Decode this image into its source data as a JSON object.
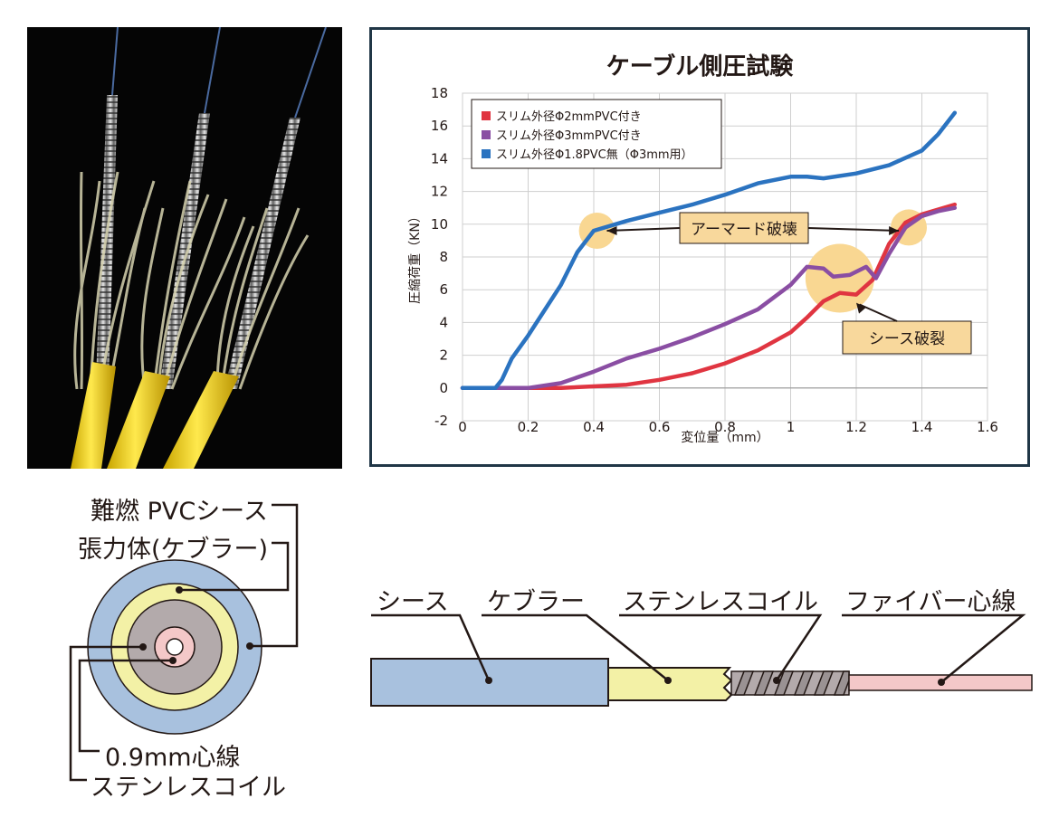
{
  "photo": {
    "alt": ""
  },
  "chart_data": {
    "type": "line",
    "title": "ケーブル側圧試験",
    "xlabel": "変位量（mm）",
    "ylabel": "圧縮荷重（KN）",
    "xlim": [
      0,
      1.6
    ],
    "ylim": [
      -2,
      18
    ],
    "xticks": [
      "0",
      "0.2",
      "0.4",
      "0.6",
      "0.8",
      "1",
      "1.2",
      "1.4",
      "1.6"
    ],
    "yticks": [
      "18",
      "16",
      "14",
      "12",
      "10",
      "8",
      "6",
      "4",
      "2",
      "0",
      "-2"
    ],
    "grid": true,
    "legend_position": "top-left",
    "series": [
      {
        "name": "スリム外径Φ2mmPVC付き",
        "color": "#e03541",
        "points": [
          [
            0,
            0
          ],
          [
            0.3,
            0
          ],
          [
            0.5,
            0.2
          ],
          [
            0.6,
            0.5
          ],
          [
            0.7,
            0.9
          ],
          [
            0.8,
            1.5
          ],
          [
            0.9,
            2.3
          ],
          [
            1.0,
            3.4
          ],
          [
            1.05,
            4.3
          ],
          [
            1.1,
            5.3
          ],
          [
            1.15,
            5.8
          ],
          [
            1.2,
            5.7
          ],
          [
            1.25,
            6.6
          ],
          [
            1.3,
            8.8
          ],
          [
            1.35,
            10.1
          ],
          [
            1.4,
            10.6
          ],
          [
            1.45,
            10.9
          ],
          [
            1.5,
            11.2
          ]
        ]
      },
      {
        "name": "スリム外径Φ3mmPVC付き",
        "color": "#8a4ea3",
        "points": [
          [
            0,
            0
          ],
          [
            0.2,
            0
          ],
          [
            0.3,
            0.3
          ],
          [
            0.4,
            1.0
          ],
          [
            0.5,
            1.8
          ],
          [
            0.6,
            2.4
          ],
          [
            0.7,
            3.1
          ],
          [
            0.8,
            3.9
          ],
          [
            0.9,
            4.8
          ],
          [
            1.0,
            6.3
          ],
          [
            1.05,
            7.4
          ],
          [
            1.1,
            7.3
          ],
          [
            1.13,
            6.8
          ],
          [
            1.18,
            6.9
          ],
          [
            1.23,
            7.4
          ],
          [
            1.26,
            6.7
          ],
          [
            1.3,
            8.2
          ],
          [
            1.35,
            9.8
          ],
          [
            1.4,
            10.5
          ],
          [
            1.45,
            10.8
          ],
          [
            1.5,
            11.0
          ]
        ]
      },
      {
        "name": "スリム外径Φ1.8PVC無（Φ3mm用）",
        "color": "#2b73c0",
        "points": [
          [
            0,
            0
          ],
          [
            0.1,
            0
          ],
          [
            0.12,
            0.5
          ],
          [
            0.15,
            1.8
          ],
          [
            0.2,
            3.2
          ],
          [
            0.3,
            6.3
          ],
          [
            0.35,
            8.3
          ],
          [
            0.4,
            9.6
          ],
          [
            0.5,
            10.2
          ],
          [
            0.6,
            10.7
          ],
          [
            0.7,
            11.2
          ],
          [
            0.8,
            11.8
          ],
          [
            0.9,
            12.5
          ],
          [
            1.0,
            12.9
          ],
          [
            1.05,
            12.9
          ],
          [
            1.1,
            12.8
          ],
          [
            1.2,
            13.1
          ],
          [
            1.3,
            13.6
          ],
          [
            1.4,
            14.5
          ],
          [
            1.45,
            15.5
          ],
          [
            1.5,
            16.8
          ]
        ]
      }
    ],
    "annotations": [
      "アーマード破壊",
      "シース破裂"
    ],
    "colors": {
      "frame": "#203646",
      "highlight": "#f9d792",
      "callout_box": "#f8d89c"
    }
  },
  "cross_section": {
    "labels": {
      "sheath": "難燃 PVCシース",
      "tension": "張力体(ケブラー)",
      "core": "0.9mm心線",
      "coil": "ステンレスコイル"
    },
    "colors": {
      "sheath": "#a8c1de",
      "tension": "#f3f1a6",
      "coil": "#b3aaab",
      "core": "#f4c8c8"
    }
  },
  "longitudinal": {
    "labels": {
      "sheath": "シース",
      "kevlar": "ケブラー",
      "coil": "ステンレスコイル",
      "fiber": "ファイバー心線"
    }
  }
}
